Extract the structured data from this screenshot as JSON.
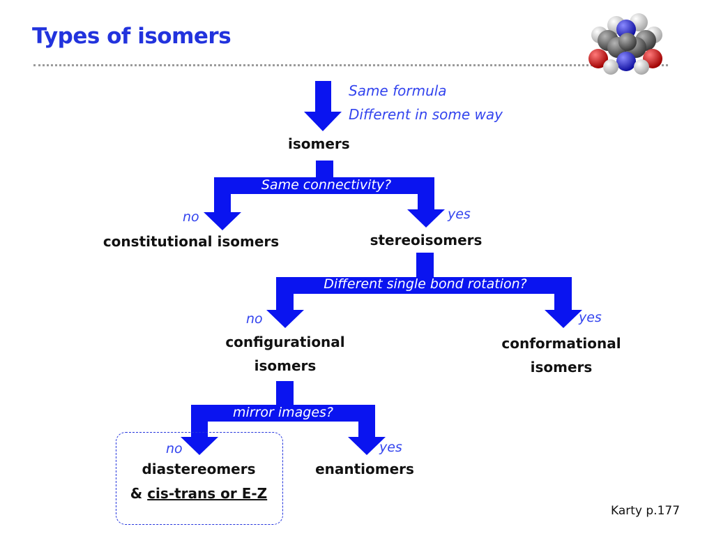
{
  "title": "Types of isomers",
  "top_note": {
    "line1": "Same formula",
    "line2": "Different in some way"
  },
  "nodes": {
    "isomers": "isomers",
    "constitutional": "constitutional isomers",
    "stereoisomers": "stereoisomers",
    "configurational_line1": "configurational",
    "configurational_line2": "isomers",
    "conformational_line1": "conformational",
    "conformational_line2": "isomers",
    "diastereomers": "diastereomers",
    "diastereomers_prefix": "& ",
    "diastereomers_extra": "cis-trans or E-Z",
    "enantiomers": "enantiomers"
  },
  "questions": {
    "connectivity": "Same connectivity?",
    "rotation": "Different single bond rotation?",
    "mirror": "mirror images?"
  },
  "branches": {
    "connectivity": {
      "no": "no",
      "yes": "yes"
    },
    "rotation": {
      "no": "no",
      "yes": "yes"
    },
    "mirror": {
      "no": "no",
      "yes": "yes"
    }
  },
  "citation": "Karty p.177",
  "colors": {
    "arrow": "#0a14f0",
    "title": "#2233dd",
    "question": "#3344ee"
  },
  "icons": {
    "molecule": "space-filling-molecule-icon"
  }
}
